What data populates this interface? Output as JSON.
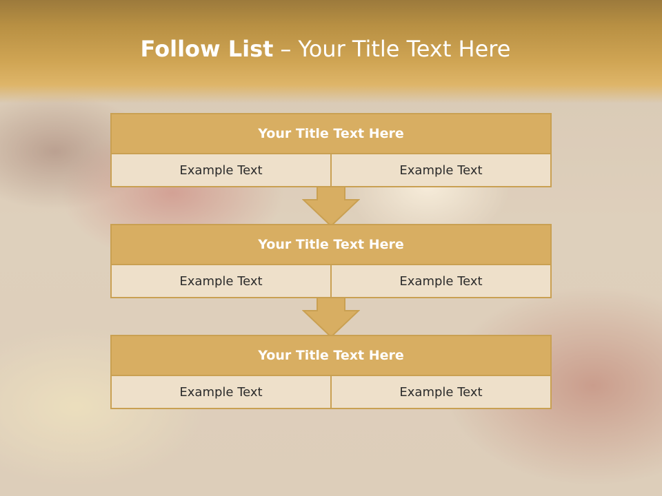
{
  "slide": {
    "title_bold": "Follow List",
    "title_separator": "–",
    "title_rest": "Your Title Text Here"
  },
  "blocks": [
    {
      "title": "Your Title Text Here",
      "cells": [
        "Example Text",
        "Example Text"
      ]
    },
    {
      "title": "Your Title Text Here",
      "cells": [
        "Example Text",
        "Example Text"
      ]
    },
    {
      "title": "Your Title Text Here",
      "cells": [
        "Example Text",
        "Example Text"
      ]
    }
  ],
  "colors": {
    "header_band": "#d0a554",
    "block_title_fill": "#d8ae62",
    "block_border": "#c9a052",
    "cell_fill": "#eee0ca",
    "arrow_fill": "#d8ae62"
  },
  "icons": {
    "connector": "down-arrow-icon"
  }
}
